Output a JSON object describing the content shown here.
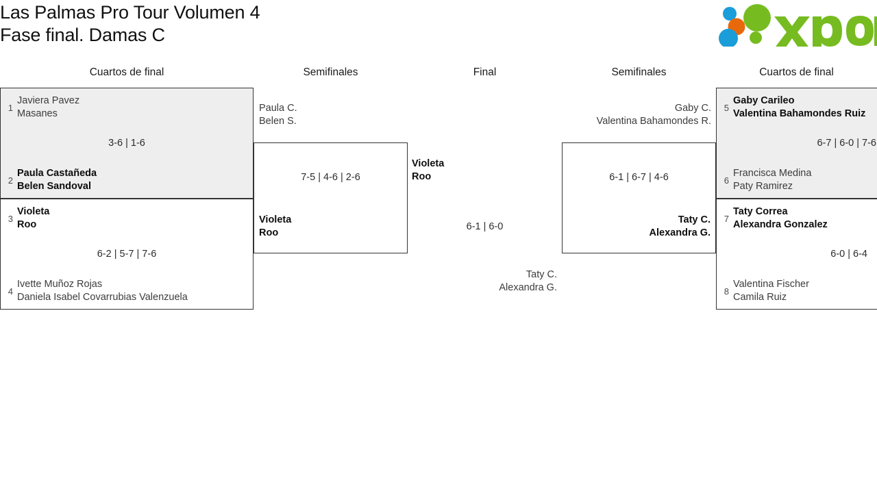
{
  "header": {
    "title_line1": "Las Palmas Pro Tour Volumen 4",
    "title_line2": "Fase final. Damas C",
    "logo_text": "xporty",
    "logo_colors": {
      "green": "#76bc21",
      "blue": "#1b9dd9",
      "orange": "#e8690b"
    }
  },
  "rounds": [
    {
      "label": "Cuartos de final"
    },
    {
      "label": "Semifinales"
    },
    {
      "label": "Final"
    },
    {
      "label": "Semifinales"
    },
    {
      "label": "Cuartos de final"
    }
  ],
  "bracket": {
    "left_quarterfinals": [
      {
        "score": "3-6 | 1-6",
        "top": {
          "seed": "1",
          "p1": "Javiera Pavez",
          "p2": "Masanes",
          "winner": false
        },
        "bottom": {
          "seed": "2",
          "p1": "Paula Castañeda",
          "p2": "Belen Sandoval",
          "winner": true
        }
      },
      {
        "score": "6-2 | 5-7 | 7-6",
        "top": {
          "seed": "3",
          "p1": "Violeta",
          "p2": "Roo",
          "winner": true
        },
        "bottom": {
          "seed": "4",
          "p1": "Ivette Muñoz Rojas",
          "p2": "Daniela Isabel Covarrubias Valenzuela",
          "winner": false
        }
      }
    ],
    "left_semifinal": {
      "score": "7-5 | 4-6 | 2-6",
      "top": {
        "p1": "Paula C.",
        "p2": "Belen S.",
        "winner": false
      },
      "bottom": {
        "p1": "Violeta",
        "p2": "Roo",
        "winner": true
      }
    },
    "final": {
      "score": "6-1 | 6-0",
      "top": {
        "p1": "Violeta",
        "p2": "Roo",
        "winner": true
      },
      "bottom": {
        "p1": "Taty C.",
        "p2": "Alexandra G.",
        "winner": false
      }
    },
    "right_semifinal": {
      "score": "6-1 | 6-7 | 4-6",
      "top": {
        "p1": "Gaby C.",
        "p2": "Valentina Bahamondes R.",
        "winner": false
      },
      "bottom": {
        "p1": "Taty C.",
        "p2": "Alexandra G.",
        "winner": true
      }
    },
    "right_quarterfinals": [
      {
        "score": "6-7 | 6-0 | 7-6",
        "top": {
          "seed": "5",
          "p1": "Gaby Carileo",
          "p2": "Valentina Bahamondes Ruiz",
          "winner": true
        },
        "bottom": {
          "seed": "6",
          "p1": "Francisca Medina",
          "p2": "Paty Ramirez",
          "winner": false
        }
      },
      {
        "score": "6-0 | 6-4",
        "top": {
          "seed": "7",
          "p1": "Taty Correa",
          "p2": "Alexandra Gonzalez",
          "winner": true
        },
        "bottom": {
          "seed": "8",
          "p1": "Valentina Fischer",
          "p2": "Camila Ruiz",
          "winner": false
        }
      }
    ]
  }
}
